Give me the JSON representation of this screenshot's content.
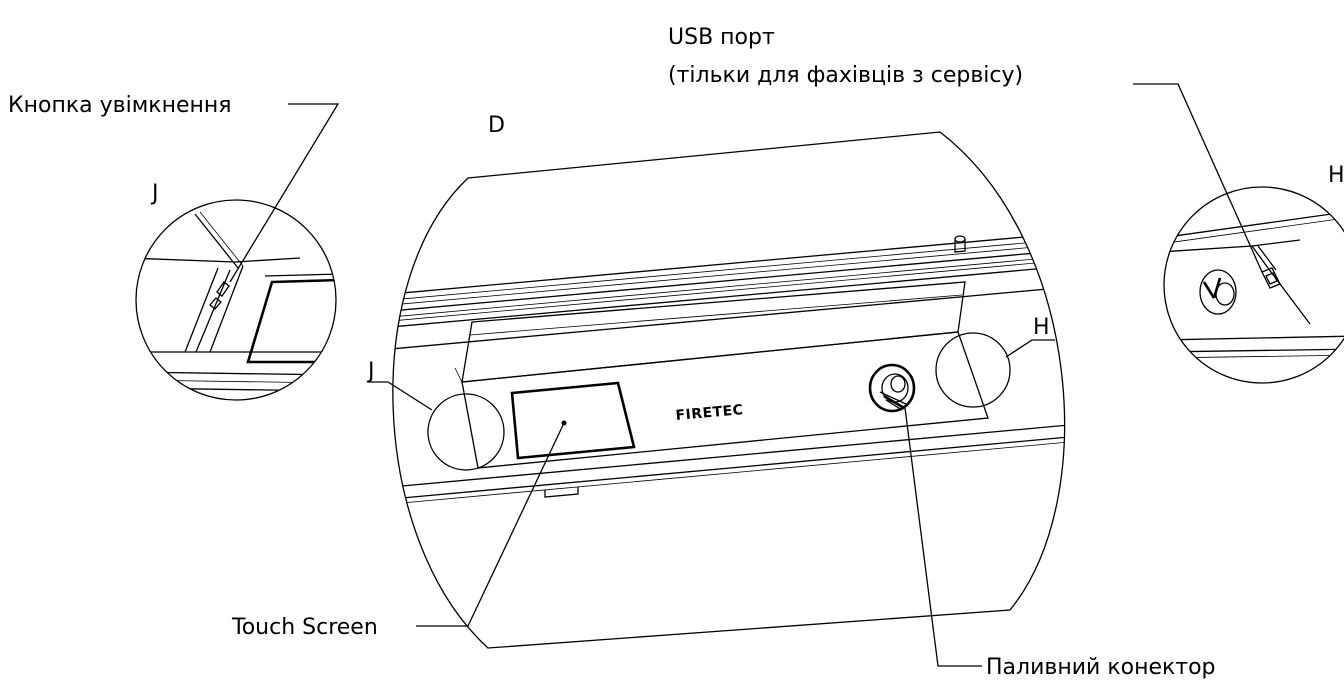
{
  "callouts": {
    "power_button": "Кнопка увімкнення",
    "usb_port_line1": "USB порт",
    "usb_port_line2": "(тільки для фахівців з сервісу)",
    "touch_screen": "Touch Screen",
    "fuel_connector": "Паливний конектор"
  },
  "detail_letters": {
    "main_view": "D",
    "detail_j": "J",
    "detail_h": "H",
    "marker_j": "J",
    "marker_h": "H"
  },
  "brand_label": "FIRETEC"
}
